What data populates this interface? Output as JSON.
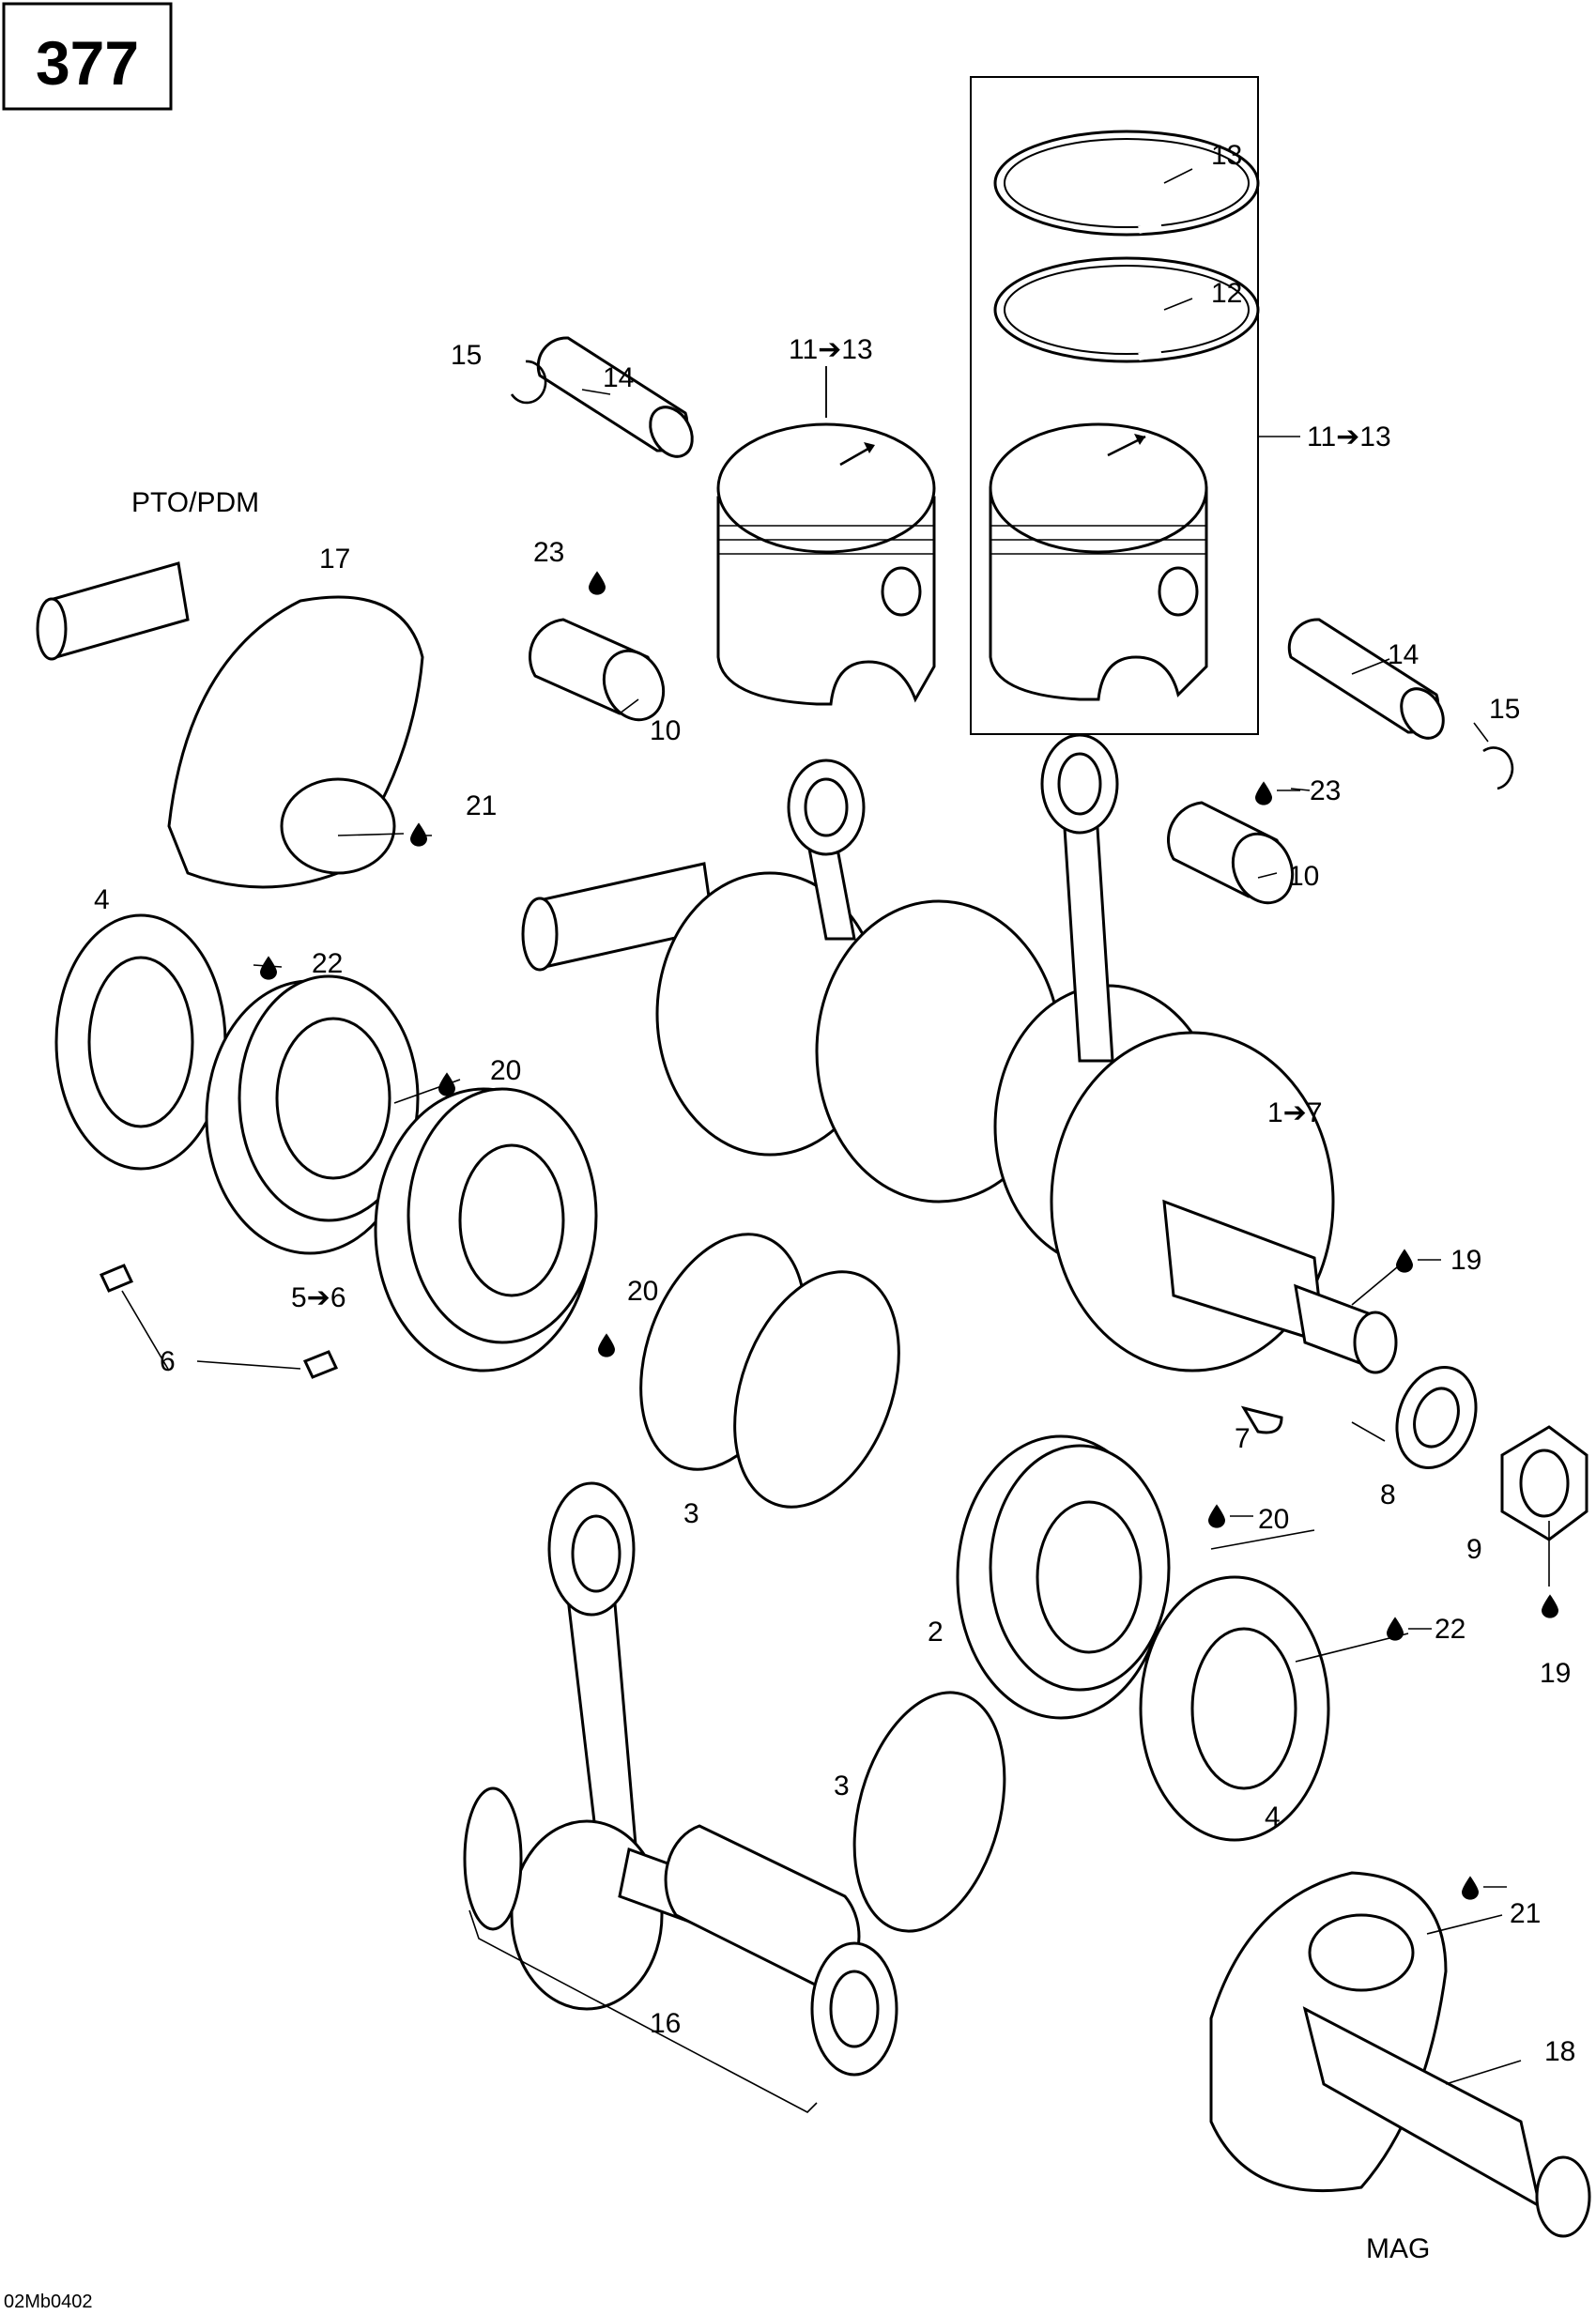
{
  "page_number": "377",
  "drawing_code": "02Mb0402",
  "side_labels": {
    "pto": "PTO/PDM",
    "mag": "MAG"
  },
  "callouts": [
    {
      "id": "c13",
      "text": "13"
    },
    {
      "id": "c12",
      "text": "12"
    },
    {
      "id": "c11to13_box",
      "text": "11➔13"
    },
    {
      "id": "c15a",
      "text": "15"
    },
    {
      "id": "c14a",
      "text": "14"
    },
    {
      "id": "c11to13",
      "text": "11➔13"
    },
    {
      "id": "c23a",
      "text": "23"
    },
    {
      "id": "c10a",
      "text": "10"
    },
    {
      "id": "c17",
      "text": "17"
    },
    {
      "id": "c21a",
      "text": "21"
    },
    {
      "id": "c14b",
      "text": "14"
    },
    {
      "id": "c15b",
      "text": "15"
    },
    {
      "id": "c23b",
      "text": "23"
    },
    {
      "id": "c10b",
      "text": "10"
    },
    {
      "id": "c4a",
      "text": "4"
    },
    {
      "id": "c22a",
      "text": "22"
    },
    {
      "id": "c20a",
      "text": "20"
    },
    {
      "id": "c1to7",
      "text": "1➔7"
    },
    {
      "id": "c5to6",
      "text": "5➔6"
    },
    {
      "id": "c20b",
      "text": "20"
    },
    {
      "id": "c6",
      "text": "6"
    },
    {
      "id": "c19a",
      "text": "19"
    },
    {
      "id": "c7",
      "text": "7"
    },
    {
      "id": "c3a",
      "text": "3"
    },
    {
      "id": "c8",
      "text": "8"
    },
    {
      "id": "c9",
      "text": "9"
    },
    {
      "id": "c20c",
      "text": "20"
    },
    {
      "id": "c2",
      "text": "2"
    },
    {
      "id": "c22b",
      "text": "22"
    },
    {
      "id": "c19b",
      "text": "19"
    },
    {
      "id": "c3b",
      "text": "3"
    },
    {
      "id": "c4b",
      "text": "4"
    },
    {
      "id": "c21b",
      "text": "21"
    },
    {
      "id": "c18",
      "text": "18"
    },
    {
      "id": "c16",
      "text": "16"
    }
  ],
  "lubricant_marker_icon": "oil-drop-icon"
}
